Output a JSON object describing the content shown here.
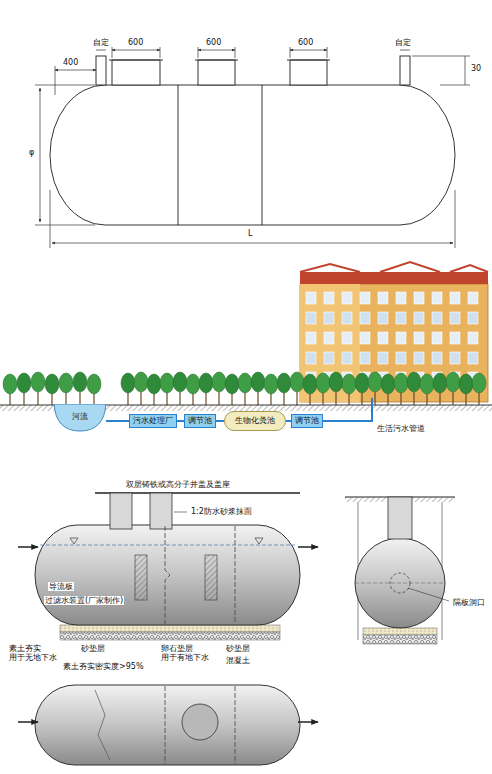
{
  "diagram": {
    "nodes": [
      {
        "text": [
          "河流"
        ]
      },
      {
        "text": [
          "污水处理厂"
        ]
      },
      {
        "text": [
          "调节池"
        ]
      },
      {
        "text": [
          "生物化粪池"
        ]
      },
      {
        "text": [
          "调节池"
        ]
      }
    ],
    "edges": [
      {
        "from": 0,
        "to": 1,
        "arrow": "none"
      },
      {
        "from": 1,
        "to": 2,
        "arrow": "none"
      },
      {
        "from": 2,
        "to": 3,
        "arrow": "none"
      },
      {
        "from": 3,
        "to": 4,
        "arrow": "none"
      }
    ],
    "labels": [
      "自定",
      "600",
      "600",
      "600",
      "自定",
      "400",
      "30",
      "φ",
      "L",
      "生活污水管道",
      "双层铸铁或高分子井盖及盖座",
      "1:2防水砂浆抹面",
      "导流板",
      "过滤水装置(厂家制作)",
      "素土夯实 用于无地下水",
      "砂垫层",
      "素土夯实密实度>95%",
      "卵石垫层 用于有地下水",
      "砂垫层",
      "混凝土",
      "隔板洞口"
    ]
  }
}
